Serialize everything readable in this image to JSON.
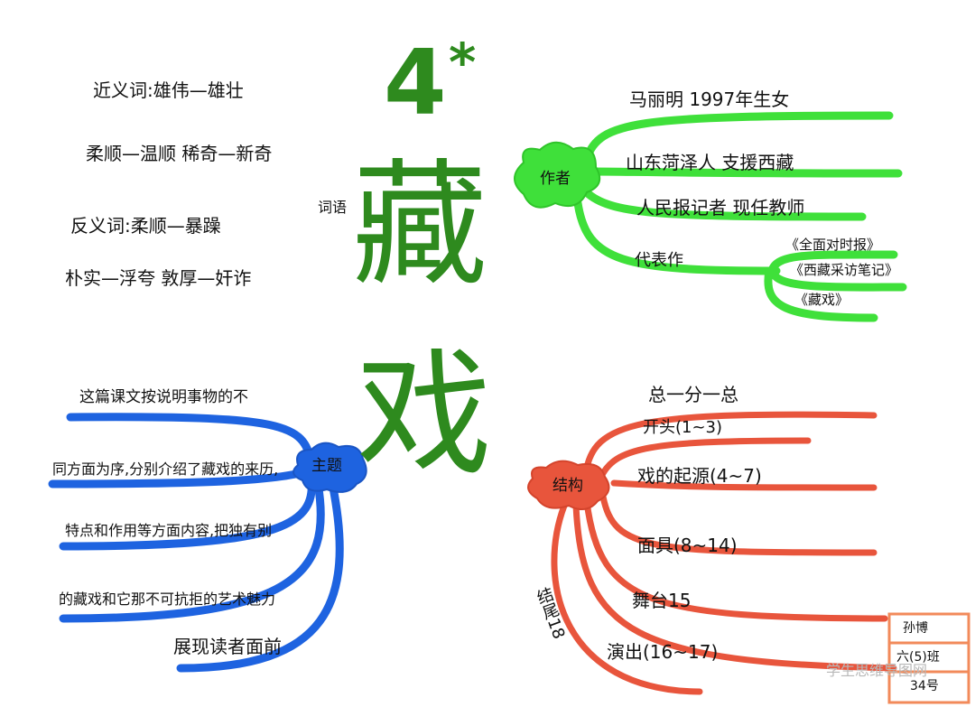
{
  "title": {
    "number": "4",
    "star": "*",
    "char1": "藏",
    "char2": "戏"
  },
  "vocab": {
    "label": "词语",
    "synonyms_line1": "近义词:雄伟—雄壮",
    "synonyms_line2": "柔顺—温顺    稀奇—新奇",
    "antonyms_line1": "反义词:柔顺—暴躁",
    "antonyms_line2": "朴实—浮夸    敦厚—奸诈"
  },
  "author": {
    "hub": "作者",
    "b1": "马丽明   1997年生女",
    "b2": "山东菏泽人   支援西藏",
    "b3": "人民报记者    现任教师",
    "b4": "代表作",
    "works": [
      "《全面对时报》",
      "《西藏采访笔记》",
      "《藏戏》"
    ]
  },
  "theme": {
    "hub": "主题",
    "lines": [
      "这篇课文按说明事物的不",
      "同方面为序,分别介绍了藏戏的来历,",
      "特点和作用等方面内容,把独有别",
      "的藏戏和它那不可抗拒的艺术魅力",
      "展现读者面前"
    ]
  },
  "structure": {
    "hub": "结构",
    "b0": "总一分一总",
    "b1": "开头(1~3)",
    "b2": "戏的起源(4~7)",
    "b3": "面具(8~14)",
    "b4": "舞台15",
    "b5": "演出(16~17)",
    "b6": "结尾18"
  },
  "signature": {
    "name": "孙博",
    "class": "六(5)班",
    "number": "34号"
  },
  "watermark": "学生思维导图网",
  "colors": {
    "green": "#2e8a1e",
    "bright_green": "#3fe03a",
    "blue": "#1e63e0",
    "red": "#e8553c",
    "orange": "#f28a5a"
  }
}
